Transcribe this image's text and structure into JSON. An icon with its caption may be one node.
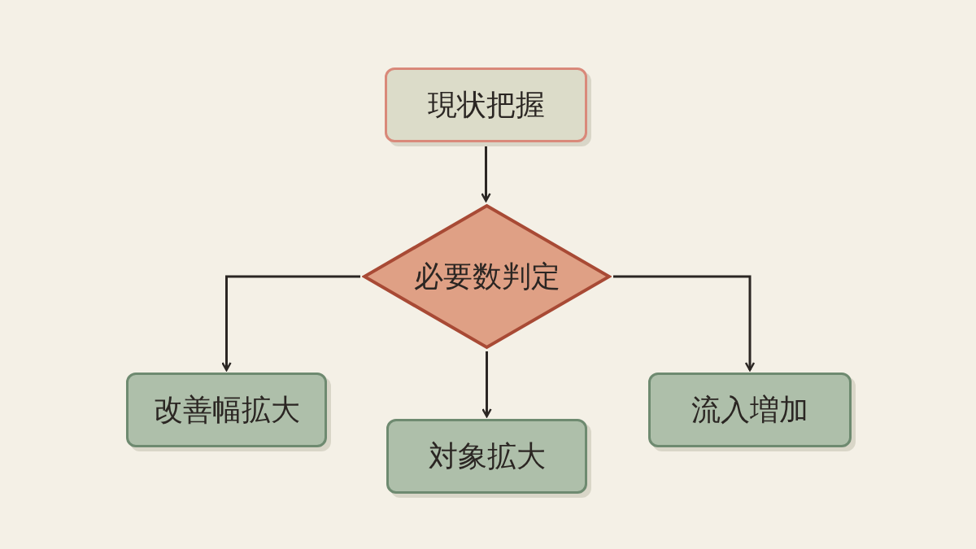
{
  "diagram": {
    "nodes": [
      {
        "text": [
          "現状把握"
        ]
      },
      {
        "text": [
          "必要数判定"
        ]
      },
      {
        "text": [
          "改善幅拡大"
        ]
      },
      {
        "text": [
          "対象拡大"
        ]
      },
      {
        "text": [
          "流入増加"
        ]
      }
    ],
    "edges": [
      {
        "from": 0,
        "to": 1,
        "arrow": "to"
      },
      {
        "from": 1,
        "to": 2,
        "arrow": "to"
      },
      {
        "from": 1,
        "to": 3,
        "arrow": "to"
      },
      {
        "from": 1,
        "to": 4,
        "arrow": "to"
      }
    ]
  }
}
